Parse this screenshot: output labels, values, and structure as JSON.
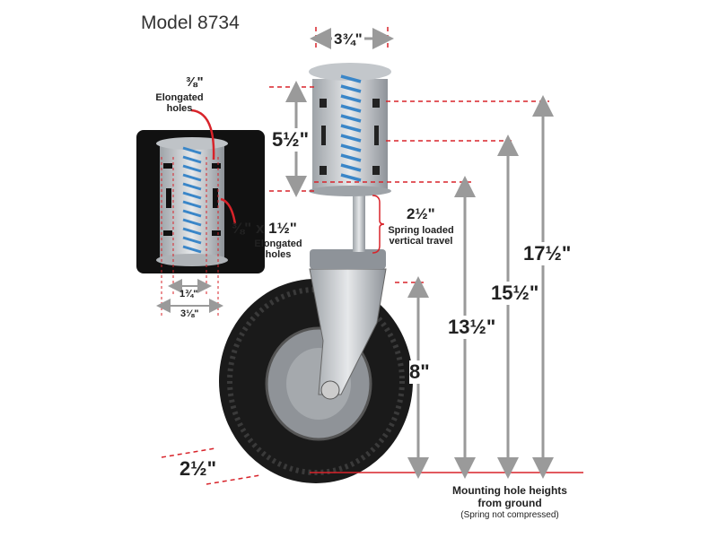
{
  "title": "Model 8734",
  "dimensions": {
    "top_width": "3¾\"",
    "plate_height": "5½\"",
    "travel": "2½\"",
    "travel_caption_1": "Spring loaded",
    "travel_caption_2": "vertical travel",
    "h1": "8\"",
    "h2": "13½\"",
    "h3": "15½\"",
    "h4": "17½\"",
    "wheel_width": "2½\""
  },
  "inset": {
    "hole_small": "⅜\"",
    "hole_small_caption_1": "Elongated",
    "hole_small_caption_2": "holes",
    "hole_large": "⅜\" x 1½\"",
    "hole_large_caption_1": "Elongated",
    "hole_large_caption_2": "holes",
    "inner_spacing": "1¾\"",
    "outer_spacing": "3⅛\""
  },
  "footer": {
    "line1": "Mounting hole heights",
    "line2": "from ground",
    "line3": "(Spring not compressed)"
  },
  "colors": {
    "accent": "#d8232a",
    "arrow": "#9a9a9a",
    "inset_bg": "#111111"
  }
}
